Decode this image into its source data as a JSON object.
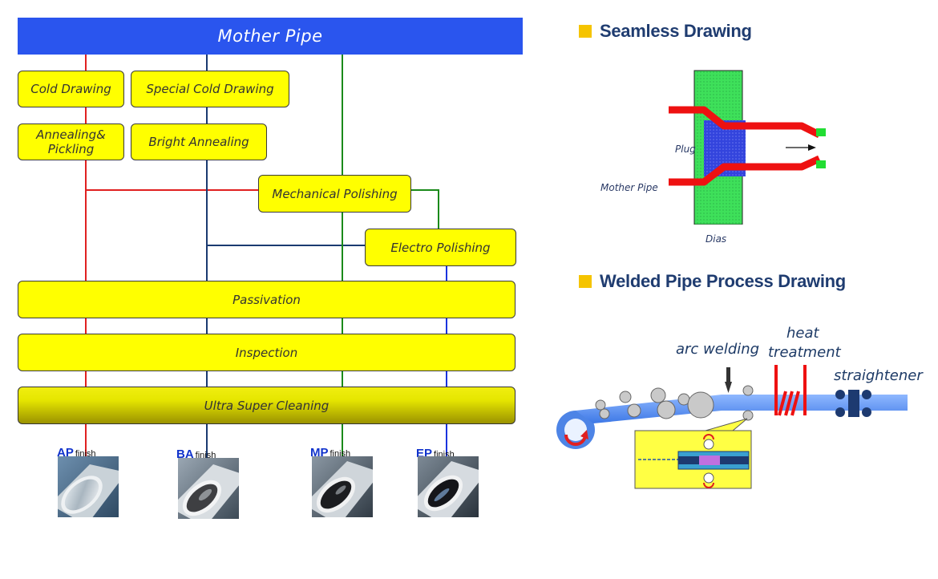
{
  "flow": {
    "mother_pipe": "Mother Pipe",
    "cold_drawing": "Cold Drawing",
    "special_cold_drawing": "Special Cold Drawing",
    "annealing_line1": "Annealing&",
    "annealing_line2": "Pickling",
    "bright_annealing": "Bright Annealing",
    "mechanical_polishing": "Mechanical Polishing",
    "electro_polishing": "Electro Polishing",
    "passivation": "Passivation",
    "inspection": "Inspection",
    "ultra_super_cleaning": "Ultra Super Cleaning"
  },
  "finishes": [
    {
      "code": "AP",
      "suffix": "finish"
    },
    {
      "code": "BA",
      "suffix": "finish"
    },
    {
      "code": "MP",
      "suffix": "finish"
    },
    {
      "code": "EP",
      "suffix": "finish"
    }
  ],
  "seamless": {
    "title": "Seamless Drawing",
    "plug": "Plug",
    "mother_pipe": "Mother Pipe",
    "dias": "Dias"
  },
  "welded": {
    "title": "Welded Pipe Process Drawing",
    "arc_welding": "arc welding",
    "heat_line1": "heat",
    "heat_line2": "treatment",
    "straightener": "straightener"
  },
  "colors": {
    "mother_pipe_bar": "#2a55ee",
    "process_box": "#ffff00",
    "route_red": "#e02020",
    "route_navy": "#1a3a70",
    "route_green": "#1a8a1a",
    "route_blue": "#1a33dd",
    "heading_text": "#1f3c70",
    "heading_bullet": "#f5c400",
    "die": "#3ee05a",
    "plug": "#3344dd"
  }
}
